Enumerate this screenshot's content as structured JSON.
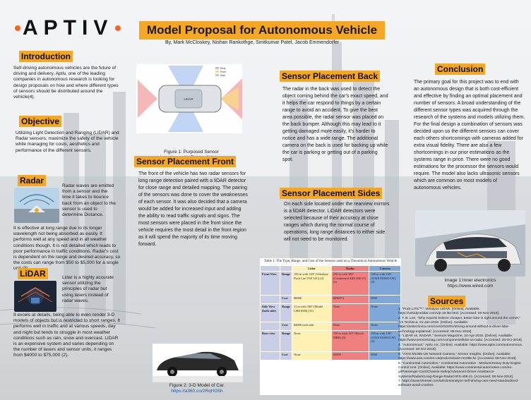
{
  "logo": {
    "text": "APTIV"
  },
  "title": "Model Proposal for Autonomous Vehicle",
  "authors": "By, Mark McCloskey, Nishan Rankothge, Smitkumar Patel, Jacob Emmendorfer",
  "introduction": {
    "heading": "Introduction",
    "body": "Self-driving autonomous vehicles are the future of driving and delivery. Aptiv, one of the leading companies in autonomous research is looking for design proposals on how and where different types of sensors should be distributed around the vehicle(4)."
  },
  "objective": {
    "heading": "Objective",
    "body": "Utilizing Light Detection and Ranging (LIDAR) and Radar sensors, maximize the safety of the vehicle while managing for costs, aesthetics and performance of the different sensors."
  },
  "radar": {
    "heading": "Radar",
    "body_side": "Radar waves are emitted from a sensor and the time it takes to bounce back from an object to the sensor is used to determine Distance.",
    "body_full": "It is effective at long range due to its longer wavelength not being absorbed as easily. It performs well at any speed and in all weather conditions though. It is not detailed which leads to poor performance in traffic conditions. Radar's cost is dependent on the range and desired accuracy, so the costs can range from $50 to $5,000 for a single unit (3)."
  },
  "lidar": {
    "heading": "LiDAR",
    "body_side": "Lidar is a highly accurate sensor utilizing the principles of radar but using lasers instead of radar waves.",
    "body_full": "It excels at details, being able to even render 3-D models of objects but is restricted to short ranges. It performs well in traffic and at various speeds, day and night but tends to struggle in most weather conditions such as rain, snow and overcast. LiDAR is an expensive system and varies depending on the number of lasers and sensor units, it ranges from $4000 to $75,000 (2)."
  },
  "figure1": {
    "caption": "Figure 1: Purposed Sensor Locations with Fields of Vision.",
    "legend": [
      "Rear",
      "Front",
      "Side"
    ],
    "car_label": "LIDAR"
  },
  "sensor_front": {
    "heading": "Sensor Placement Front",
    "body": "The front of the vehicle has two radar sensors for long range detection paired with a liDAR detector for close range and detailed mapping. The pairing of the sensors was done to cover the weaknesses of each sensor. It was also decided that a camera would be added for increased input and adding the ability to read traffic signals and signs. The most sensors were placed in the front since the vehicle requires the most detail in the front region as it will spend the majority of its time moving forward."
  },
  "sensor_back": {
    "heading": "Sensor Placement Back",
    "body": "The radar in the back was used to detect the object coming behind the car's exact speed, and it helps the car respond to things by a certain range to avoid an accident. To give the best area possible, the radar sensor was placed on the back bumper. Although this may lead to it getting damaged more easily, it's harder to notice and has a wide range. The additional camera on the back is used for backing up while the car is parking or getting out of a parking spot."
  },
  "sensor_sides": {
    "heading": "Sensor Placement Sides",
    "body": "On each side located under the rearview mirrors is a liDAR detector. LiDAR detectors were selected because of their accuracy at close ranges which during the normal course of operations, long range distances to either side will not need to be monitored."
  },
  "conclusion": {
    "heading": "Conclusion",
    "body": "The primary goal for this project was to end with an autonomous design that is both cost-efficient and effective by finding an optimal placement and number of sensors. A broad understanding of the different sensor types was acquired through the research of the systems and models utilizing them. For the final design a combination of sensors was decided upon so the different sensors can cover each others shortcomings with cameras added for extra visual fidelity. There are also a few shortcomings in our prior estimations as the systems range in price. There were no good estimations for the processor the sensors would require. The model also lacks ultrasonic sensors which are common on most models of autonomous vehicles."
  },
  "image1": {
    "caption": "Image 1:Inner electronics",
    "url": "https://www.wired.com"
  },
  "figure2": {
    "caption": "Figure 2: 3-D Model of Car.",
    "url": "https://a360.co/2RqHO5h"
  },
  "table": {
    "title": "Table 1: The Type, Range, and Cost of the Sensors used on a Theoretical Autonomous Vehicle",
    "columns": [
      "Lidar",
      "Radar",
      "Camera"
    ],
    "rows": [
      {
        "group": "Front View",
        "label": "Range",
        "cells": [
          "150 m with 120° (Velodyne Puck Lite VLP 32C) (2)",
          "250 m with 180° (Continental ARS 408-21) (4)",
          "100 m with 120° (AXIS M1065-LW) (3)"
        ]
      },
      {
        "group": "",
        "label": "Cost",
        "cells": [
          "$8000",
          "$2900*2",
          "$300"
        ]
      },
      {
        "group": "Side View (both side)",
        "label": "Range",
        "cells": [
          "11 m with 180° (Model LMS1000) (15)",
          "None",
          "None"
        ]
      },
      {
        "group": "",
        "label": "Cost",
        "cells": [
          "$4000 each side",
          "None",
          "None"
        ]
      },
      {
        "group": "Rear view",
        "label": "Range",
        "cells": [
          "None",
          "150 m with 120° (Bosch MRR) (8)",
          "100 m with 120° (AXIS M1065-LW) (3)"
        ]
      },
      {
        "group": "",
        "label": "Cost",
        "cells": [
          "None",
          "$2000",
          "$300"
        ]
      }
    ]
  },
  "sources": {
    "heading": "Sources",
    "items": [
      "1. \"Puck LITE™.\" Velodyne LiDAR. [Online]. Available: https://velodynelidar.com/vlp-16-lite.html. [Accessed: 06-Nov-2018].",
      "2. T. B. Lee, \"Why experts believe cheaper, better lidar is right around the corner,\" Ars Technica, 01-Jan-2018. [Online]. Available: https://arstechnica.com/cars/2018/01/driving-around-without-a-driver-lidar-technology-explained/. [Accessed: 06-Nov-2018].",
      "3. \"LiDAR vs. RADAR,\" Sensors Magazine, 24-Apr-2018. [Online]. Available: https://www.sensorsmag.com/components/lidar-vs-radar. [Accessed: 28-Oct-2018].",
      "4. \"Autonomous,\" Aptiv, Inc. [Online]. Available: https://www.aptiv.com/autonomous. [Accessed: 30-Oct-2018].",
      "5. \"AXIS M1065-LW Network Camera,\" Sensor Insights. [Online]. Available: https://www.axis.com/en-us/products/axis-m1065-lw. [Accessed: 06-Nov-2018].",
      "6. \"Continental Automotive,\" Continental Automotive - Medium/Heavy Duty Engine Control Unit. [Online]. Available: https://www.continental-automotive.com/en-gl/Passenger-Cars/Chassis-Safety/Advanced-Driver-Assistance-Systems/Radars/Long-Range-Radar/ARS-408-21. [Accessed: 06-Nov-2018].",
      "7. https://www.timeswl.com/articles/analyze-self-driving-cars-need-standardized-software-avoid-crashes"
    ]
  }
}
